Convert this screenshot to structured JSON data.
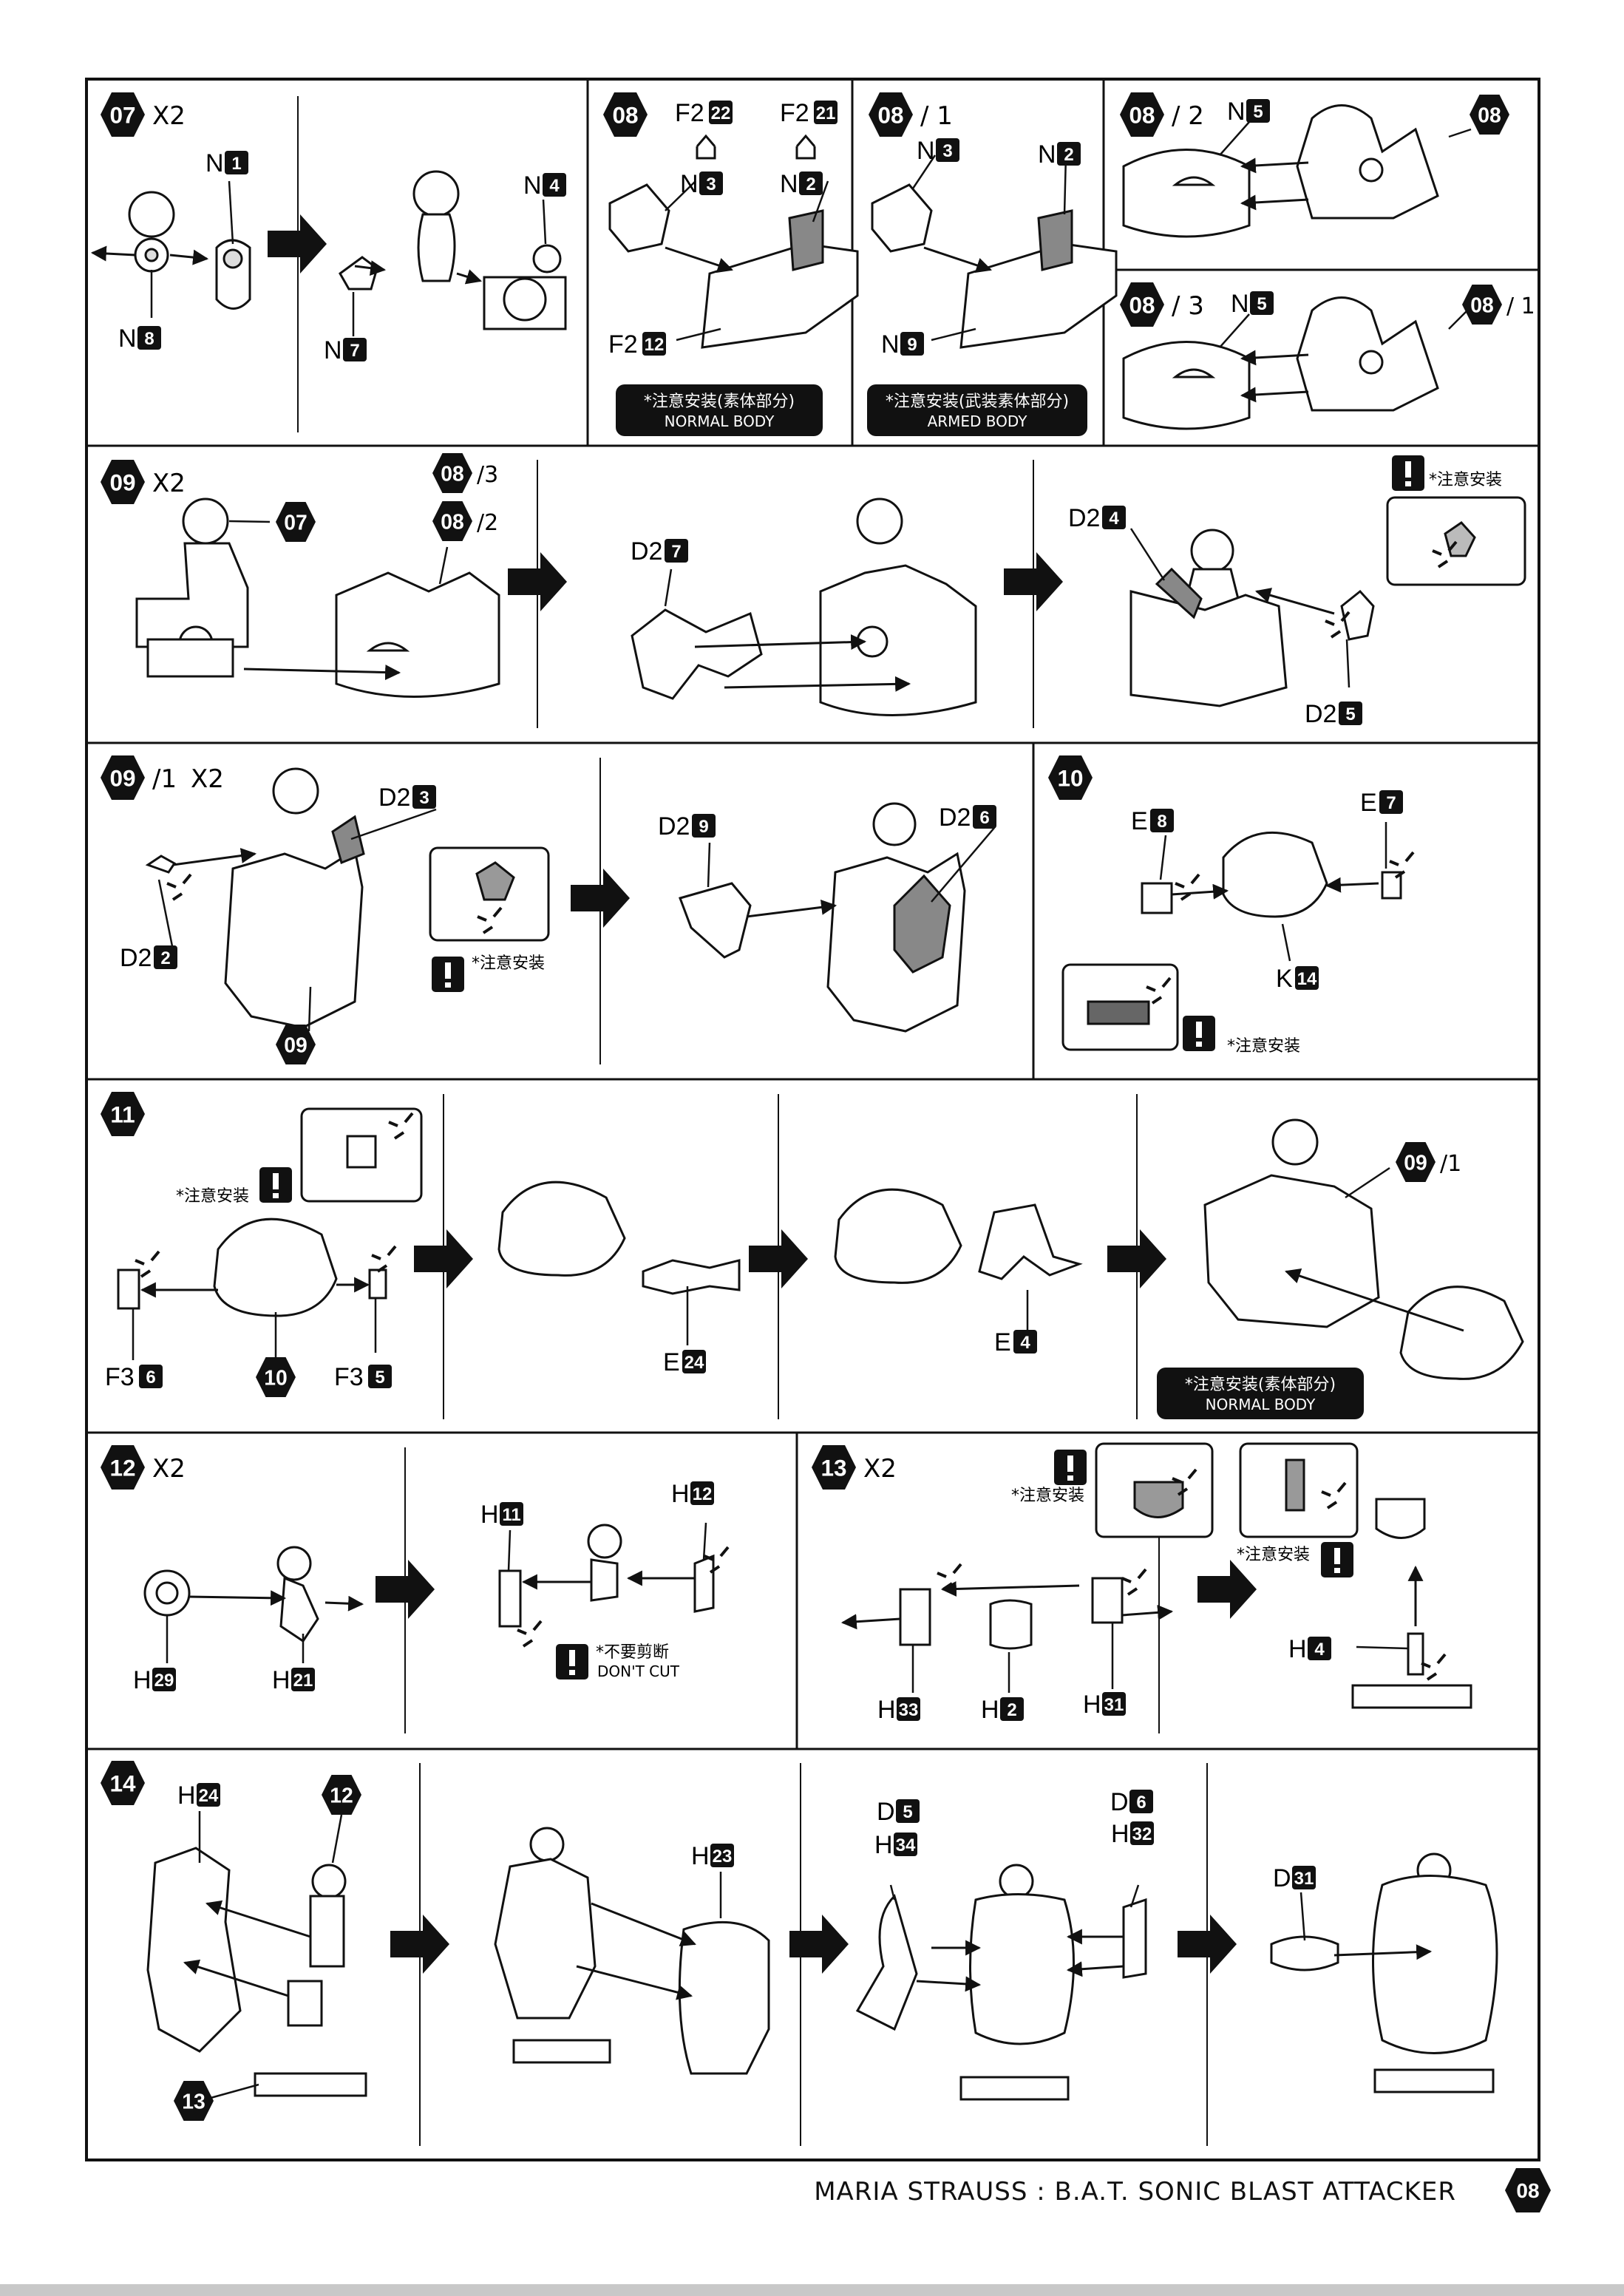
{
  "footer": {
    "title": "MARIA STRAUSS : B.A.T. SONIC BLAST ATTACKER",
    "page_number": "08"
  },
  "notes": {
    "note_caution": "*注意安装",
    "note_normal_cn": "*注意安装(素体部分)",
    "note_armed_cn": "*注意安装(武装素体部分)",
    "normal_body": "NORMAL BODY",
    "armed_body": "ARMED BODY",
    "no_cut_cn": "*不要剪断",
    "no_cut_en": "DON'T CUT"
  },
  "steps": {
    "s07": {
      "num": "07",
      "qty": "X2"
    },
    "s08": {
      "num": "08"
    },
    "s08_1": {
      "num": "08",
      "sub": "/ 1"
    },
    "s08_2": {
      "num": "08",
      "sub": "/ 2"
    },
    "s08_3": {
      "num": "08",
      "sub": "/ 3"
    },
    "s09": {
      "num": "09",
      "qty": "X2"
    },
    "s09_1": {
      "num": "09",
      "sub": "/1",
      "qty": "X2"
    },
    "s10": {
      "num": "10"
    },
    "s11": {
      "num": "11"
    },
    "s12": {
      "num": "12",
      "qty": "X2"
    },
    "s13": {
      "num": "13",
      "qty": "X2"
    },
    "s14": {
      "num": "14"
    }
  },
  "refs": {
    "r07": "07",
    "r08": "08",
    "r08_1": "08",
    "r08_1_sub": "/ 1",
    "r08_3": "08",
    "r08_3_sub": "/3",
    "r08_2": "08",
    "r08_2_sub": "/2",
    "r09": "09",
    "r09_1": "09",
    "r09_1_sub": "/1",
    "r10": "10",
    "r12": "12",
    "r13": "13"
  },
  "parts": {
    "p07_n1": {
      "prefix": "N",
      "num": "1"
    },
    "p07_n4": {
      "prefix": "N",
      "num": "4"
    },
    "p07_n8": {
      "prefix": "N",
      "num": "8"
    },
    "p07_n7": {
      "prefix": "N",
      "num": "7"
    },
    "p08_f222": {
      "prefix": "F2",
      "num": "22"
    },
    "p08_f221": {
      "prefix": "F2",
      "num": "21"
    },
    "p08_n3": {
      "prefix": "N",
      "num": "3"
    },
    "p08_n2": {
      "prefix": "N",
      "num": "2"
    },
    "p08_f212": {
      "prefix": "F2",
      "num": "12"
    },
    "p081_n3": {
      "prefix": "N",
      "num": "3"
    },
    "p081_n2": {
      "prefix": "N",
      "num": "2"
    },
    "p081_n9": {
      "prefix": "N",
      "num": "9"
    },
    "p082_n5": {
      "prefix": "N",
      "num": "5"
    },
    "p083_n5": {
      "prefix": "N",
      "num": "5"
    },
    "p09_d27": {
      "prefix": "D2",
      "num": "7"
    },
    "p09_d24": {
      "prefix": "D2",
      "num": "4"
    },
    "p09_d25": {
      "prefix": "D2",
      "num": "5"
    },
    "p091_d23": {
      "prefix": "D2",
      "num": "3"
    },
    "p091_d22": {
      "prefix": "D2",
      "num": "2"
    },
    "p091_d29": {
      "prefix": "D2",
      "num": "9"
    },
    "p091_d26": {
      "prefix": "D2",
      "num": "6"
    },
    "p10_e8": {
      "prefix": "E",
      "num": "8"
    },
    "p10_e7": {
      "prefix": "E",
      "num": "7"
    },
    "p10_k14": {
      "prefix": "K",
      "num": "14"
    },
    "p11_f36": {
      "prefix": "F3",
      "num": "6"
    },
    "p11_f35": {
      "prefix": "F3",
      "num": "5"
    },
    "p11_e24": {
      "prefix": "E",
      "num": "24"
    },
    "p11_e4": {
      "prefix": "E",
      "num": "4"
    },
    "p12_h29": {
      "prefix": "H",
      "num": "29"
    },
    "p12_h21": {
      "prefix": "H",
      "num": "21"
    },
    "p12_h11": {
      "prefix": "H",
      "num": "11"
    },
    "p12_h12": {
      "prefix": "H",
      "num": "12"
    },
    "p13_h33": {
      "prefix": "H",
      "num": "33"
    },
    "p13_h2": {
      "prefix": "H",
      "num": "2"
    },
    "p13_h31": {
      "prefix": "H",
      "num": "31"
    },
    "p13_h4": {
      "prefix": "H",
      "num": "4"
    },
    "p14_h24": {
      "prefix": "H",
      "num": "24"
    },
    "p14_h23": {
      "prefix": "H",
      "num": "23"
    },
    "p14_d5": {
      "prefix": "D",
      "num": "5"
    },
    "p14_h34": {
      "prefix": "H",
      "num": "34"
    },
    "p14_d6": {
      "prefix": "D",
      "num": "6"
    },
    "p14_h32": {
      "prefix": "H",
      "num": "32"
    },
    "p14_d31": {
      "prefix": "D",
      "num": "31"
    }
  }
}
